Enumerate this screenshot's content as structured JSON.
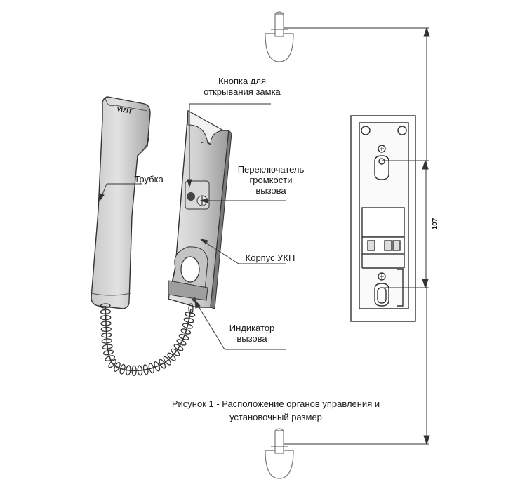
{
  "labels": {
    "button_line1": "Кнопка для",
    "button_line2": "открывания замка",
    "switch_line1": "Переключатель",
    "switch_line2": "громкости",
    "switch_line3": "вызова",
    "handset": "Трубка",
    "body": "Корпус УКП",
    "indicator_line1": "Индикатор",
    "indicator_line2": "вызова"
  },
  "brand": "VIZIT",
  "dimension": "107",
  "caption": {
    "line1": "Рисунок 1 - Расположение органов управления и",
    "line2": "установочный размер"
  }
}
